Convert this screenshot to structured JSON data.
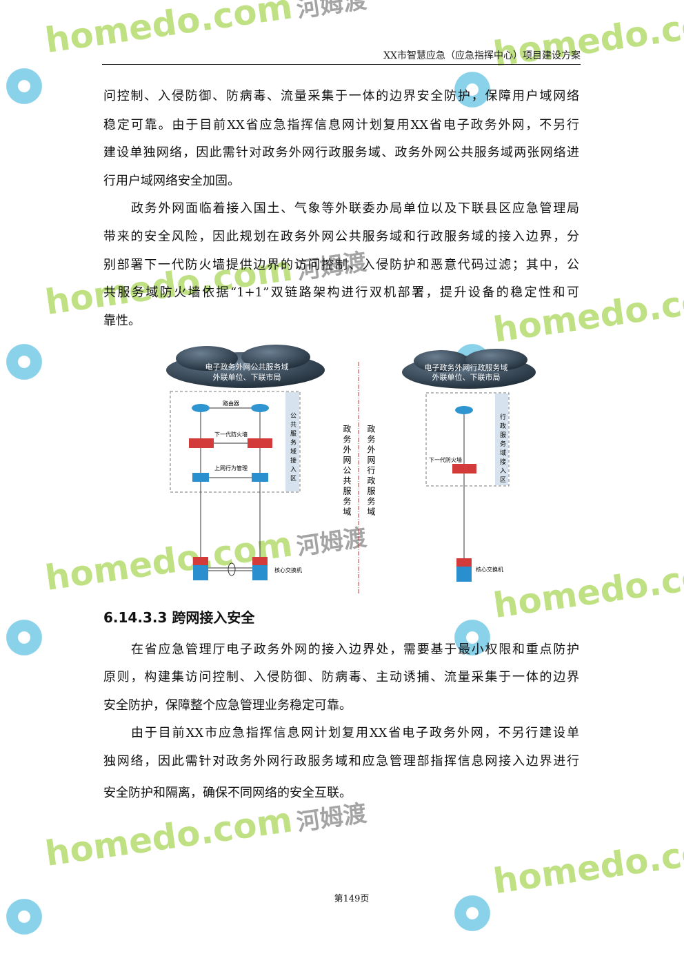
{
  "header": {
    "title": "XX市智慧应急（应急指挥中心）项目建设方案"
  },
  "para1": [
    "问控制、入侵防御、防病毒、流量采集于一体的边界安全防护，保障用户域网络",
    "稳定可靠。由于目前XX省应急指挥信息网计划复用XX省电子政务外网，不另行",
    "建设单独网络，因此需针对政务外网行政服务域、政务外网公共服务域两张网络进",
    "行用户域网络安全加固。"
  ],
  "para2": [
    "政务外网面临着接入国土、气象等外联委办局单位以及下联县区应急管理局",
    "带来的安全风险，因此规划在政务外网公共服务域和行政服务域的接入边界，分",
    "别部署下一代防火墙提供边界的访问控制、入侵防护和恶意代码过滤；其中，公",
    "共服务域防火墙依据“1+1”双链路架构进行双机部署，提升设备的稳定性和可",
    "靠性。"
  ],
  "diagram": {
    "left_cloud": [
      "电子政务外网公共服务域",
      "外联单位、下联市局"
    ],
    "right_cloud": [
      "电子政务外网行政服务域",
      "外联单位、下联市局"
    ],
    "router": "路由器",
    "firewall": "下一代防火墙",
    "behavior": "上网行为管理",
    "left_zone": "公共服务域接入区",
    "right_zone": "行政服务域接入区",
    "core_switch": "核心交换机",
    "mid_left": "政务外网公共服务域",
    "mid_right": "政务外网行政服务域"
  },
  "section": {
    "heading": "6.14.3.3 跨网接入安全"
  },
  "para3": [
    "在省应急管理厅电子政务外网的接入边界处，需要基于最小权限和重点防护",
    "原则，构建集访问控制、入侵防御、防病毒、主动诱捕、流量采集于一体的边界",
    "安全防护，保障整个应急管理业务稳定可靠。"
  ],
  "para4": [
    "由于目前XX市应急指挥信息网计划复用XX省电子政务外网，不另行建设单",
    "独网络，因此需针对政务外网行政服务域和应急管理部指挥信息网接入边界进行",
    "安全防护和隔离，确保不同网络的安全互联。"
  ],
  "footer": {
    "page": "第149页"
  },
  "watermark": {
    "en": "homedo.com",
    "cn": "河姆渡"
  }
}
